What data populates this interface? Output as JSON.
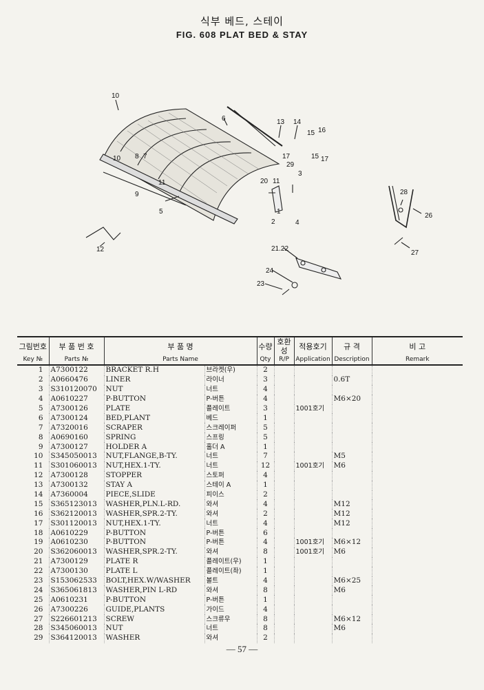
{
  "page": {
    "title_ko": "식부 베드, 스테이",
    "title_en": "FIG. 608  PLAT BED & STAY",
    "page_number": "— 57 —"
  },
  "diagram": {
    "callouts": [
      "10",
      "6",
      "13",
      "14",
      "15",
      "16",
      "17",
      "15",
      "17",
      "8",
      "7",
      "10",
      "29",
      "3",
      "20",
      "11",
      "9",
      "11",
      "1",
      "5",
      "2",
      "4",
      "28",
      "26",
      "27",
      "12",
      "21.22",
      "24",
      "23"
    ]
  },
  "table": {
    "headers_ko": [
      "그림번호",
      "부 품 번 호",
      "부          품          명",
      "수량",
      "호환성",
      "적용호기",
      "규   격",
      "비       고"
    ],
    "headers_en": [
      "Key №",
      "Parts №",
      "Parts    Name",
      "Qty",
      "R/P",
      "Application",
      "Description",
      "Remark"
    ],
    "rows": [
      {
        "key": "1",
        "part": "A7300122",
        "name": "BRACKET R.H",
        "name_ko": "브라켓(우)",
        "qty": "2",
        "app": "",
        "desc": ""
      },
      {
        "key": "2",
        "part": "A0660476",
        "name": "LINER",
        "name_ko": "라이너",
        "qty": "3",
        "app": "",
        "desc": "0.6T"
      },
      {
        "key": "3",
        "part": "S310120070",
        "name": "NUT",
        "name_ko": "너트",
        "qty": "4",
        "app": "",
        "desc": ""
      },
      {
        "key": "4",
        "part": "A0610227",
        "name": "P-BUTTON",
        "name_ko": "P-버튼",
        "qty": "4",
        "app": "",
        "desc": "M6×20"
      },
      {
        "key": "5",
        "part": "A7300126",
        "name": "PLATE",
        "name_ko": "플레이트",
        "qty": "3",
        "app": "1001호기",
        "desc": ""
      },
      {
        "key": "6",
        "part": "A7300124",
        "name": "BED,PLANT",
        "name_ko": "베드",
        "qty": "1",
        "app": "",
        "desc": ""
      },
      {
        "key": "7",
        "part": "A7320016",
        "name": "SCRAPER",
        "name_ko": "스크레이퍼",
        "qty": "5",
        "app": "",
        "desc": ""
      },
      {
        "key": "8",
        "part": "A0690160",
        "name": "SPRING",
        "name_ko": "스프링",
        "qty": "5",
        "app": "",
        "desc": ""
      },
      {
        "key": "9",
        "part": "A7300127",
        "name": "HOLDER A",
        "name_ko": "홀더 A",
        "qty": "1",
        "app": "",
        "desc": ""
      },
      {
        "key": "10",
        "part": "S345050013",
        "name": "NUT,FLANGE,B-TY.",
        "name_ko": "너트",
        "qty": "7",
        "app": "",
        "desc": "M5"
      },
      {
        "key": "11",
        "part": "S301060013",
        "name": "NUT,HEX.1-TY.",
        "name_ko": "너트",
        "qty": "12",
        "app": "1001호기",
        "desc": "M6"
      },
      {
        "key": "12",
        "part": "A7300128",
        "name": "STOPPER",
        "name_ko": "스토퍼",
        "qty": "4",
        "app": "",
        "desc": ""
      },
      {
        "key": "13",
        "part": "A7300132",
        "name": "STAY A",
        "name_ko": "스테이 A",
        "qty": "1",
        "app": "",
        "desc": ""
      },
      {
        "key": "14",
        "part": "A7360004",
        "name": "PIECE,SLIDE",
        "name_ko": "피이스",
        "qty": "2",
        "app": "",
        "desc": ""
      },
      {
        "key": "15",
        "part": "S365123013",
        "name": "WASHER,PLN.L-RD.",
        "name_ko": "와셔",
        "qty": "4",
        "app": "",
        "desc": "M12"
      },
      {
        "key": "16",
        "part": "S362120013",
        "name": "WASHER,SPR.2-TY.",
        "name_ko": "와셔",
        "qty": "2",
        "app": "",
        "desc": "M12"
      },
      {
        "key": "17",
        "part": "S301120013",
        "name": "NUT,HEX.1-TY.",
        "name_ko": "너트",
        "qty": "4",
        "app": "",
        "desc": "M12"
      },
      {
        "key": "18",
        "part": "A0610229",
        "name": "P-BUTTON",
        "name_ko": "P-버튼",
        "qty": "6",
        "app": "",
        "desc": ""
      },
      {
        "key": "19",
        "part": "A0610230",
        "name": "P-BUTTON",
        "name_ko": "P-버튼",
        "qty": "4",
        "app": "1001호기",
        "desc": "M6×12"
      },
      {
        "key": "20",
        "part": "S362060013",
        "name": "WASHER,SPR.2-TY.",
        "name_ko": "와셔",
        "qty": "8",
        "app": "1001호기",
        "desc": "M6"
      },
      {
        "key": "21",
        "part": "A7300129",
        "name": "PLATE R",
        "name_ko": "플레이트(우)",
        "qty": "1",
        "app": "",
        "desc": ""
      },
      {
        "key": "22",
        "part": "A7300130",
        "name": "PLATE L",
        "name_ko": "플레이트(좌)",
        "qty": "1",
        "app": "",
        "desc": ""
      },
      {
        "key": "23",
        "part": "S153062533",
        "name": "BOLT,HEX.W/WASHER",
        "name_ko": "볼트",
        "qty": "4",
        "app": "",
        "desc": "M6×25"
      },
      {
        "key": "24",
        "part": "S365061813",
        "name": "WASHER,PIN L-RD",
        "name_ko": "와셔",
        "qty": "8",
        "app": "",
        "desc": "M6"
      },
      {
        "key": "25",
        "part": "A0610231",
        "name": "P-BUTTON",
        "name_ko": "P-버튼",
        "qty": "1",
        "app": "",
        "desc": ""
      },
      {
        "key": "26",
        "part": "A7300226",
        "name": "GUIDE,PLANTS",
        "name_ko": "가이드",
        "qty": "4",
        "app": "",
        "desc": ""
      },
      {
        "key": "27",
        "part": "S226601213",
        "name": "SCREW",
        "name_ko": "스크류우",
        "qty": "8",
        "app": "",
        "desc": "M6×12"
      },
      {
        "key": "28",
        "part": "S345060013",
        "name": "NUT",
        "name_ko": "너트",
        "qty": "8",
        "app": "",
        "desc": "M6"
      },
      {
        "key": "29",
        "part": "S364120013",
        "name": "WASHER",
        "name_ko": "와셔",
        "qty": "2",
        "app": "",
        "desc": ""
      }
    ]
  }
}
